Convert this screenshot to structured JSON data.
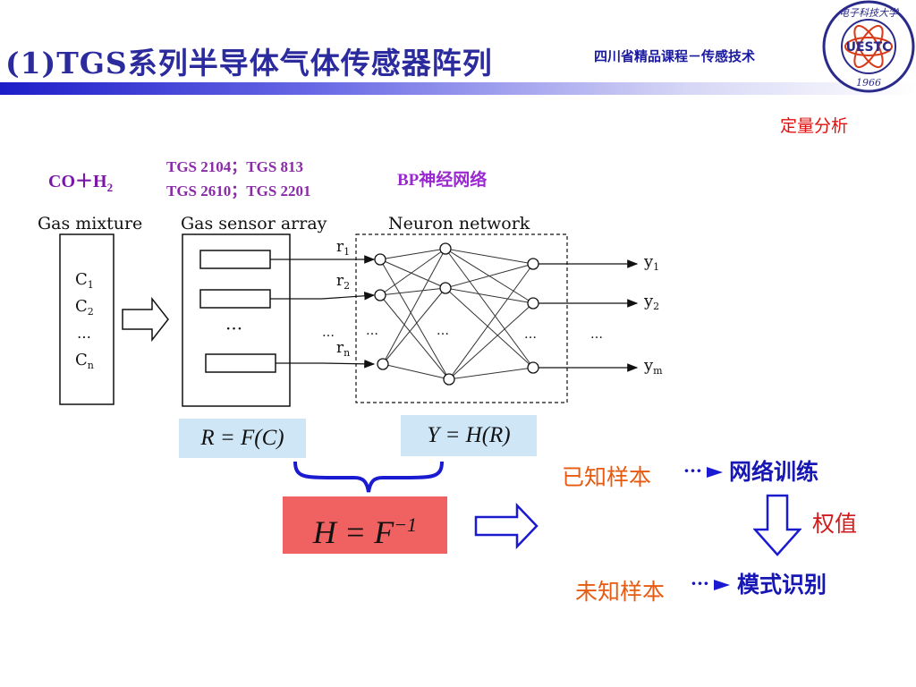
{
  "header": {
    "title": "(1)TGS系列半导体气体传感器阵列",
    "course": "四川省精品课程－传感技术",
    "logo": {
      "text_top": "电子科技大学",
      "text_center": "UESTC",
      "year": "1966",
      "color": "#2a2a8a"
    }
  },
  "main": {
    "analysis_label": "定量分析",
    "gas_label": {
      "base": "CO＋H",
      "sub": "2"
    },
    "tgs_line1": "TGS 2104；TGS 813",
    "tgs_line2": "TGS 2610；TGS 2201",
    "bp_label": "BP神经网络"
  },
  "diagram": {
    "gas_mixture_label": "Gas mixture",
    "sensor_array_label": "Gas sensor array",
    "neuron_network_label": "Neuron network",
    "concentrations": [
      {
        "base": "C",
        "sub": "1"
      },
      {
        "base": "C",
        "sub": "2"
      },
      {
        "base": "…",
        "sub": ""
      },
      {
        "base": "C",
        "sub": "n"
      }
    ],
    "responses": [
      {
        "base": "r",
        "sub": "1"
      },
      {
        "base": "r",
        "sub": "2"
      },
      {
        "base": "r",
        "sub": "n"
      }
    ],
    "outputs": [
      {
        "base": "y",
        "sub": "1"
      },
      {
        "base": "y",
        "sub": "2"
      },
      {
        "base": "y",
        "sub": "m"
      }
    ],
    "ellipsis": "…",
    "sensor_ellipsis": "···"
  },
  "formulas": {
    "r_formula": "R = F(C)",
    "y_formula": "Y = H(R)",
    "h_formula_base": "H  =  F",
    "h_formula_sup": "−1"
  },
  "flow": {
    "known_samples": "已知样本",
    "network_training": "网络训练",
    "weights": "权值",
    "unknown_samples": "未知样本",
    "pattern_recognition": "模式识别",
    "connector_dots": "···"
  }
}
